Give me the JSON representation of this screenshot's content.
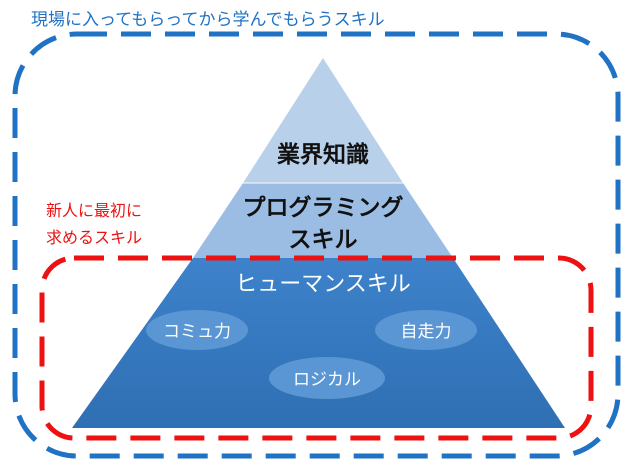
{
  "outer": {
    "title": "現場に入ってもらってから学んでもらうスキル",
    "color": "#1f72c4"
  },
  "inner": {
    "label_line1": "新人に最初に",
    "label_line2": "求めるスキル",
    "color": "#ee1111"
  },
  "pyramid": {
    "tiers": [
      {
        "lines": [
          "業界知識"
        ],
        "color": "#b9d0ea",
        "text_color": "#111111"
      },
      {
        "lines": [
          "プログラミング",
          "スキル"
        ],
        "color": "#9bbde3",
        "text_color": "#111111"
      },
      {
        "lines": [
          "ヒューマンスキル"
        ],
        "color": "#3a7fc7",
        "text_color": "#ffffff"
      }
    ],
    "sub_skills": [
      {
        "label": "コミュ力"
      },
      {
        "label": "自走力"
      },
      {
        "label": "ロジカル"
      }
    ],
    "ellipse_color": "#5a96d3"
  }
}
